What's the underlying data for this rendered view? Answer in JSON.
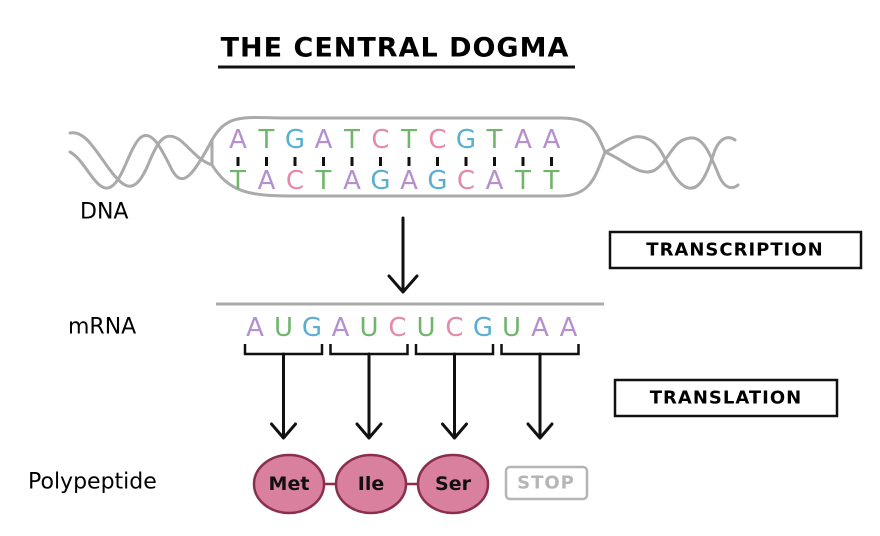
{
  "title": "THE CENTRAL DOGMA",
  "colors": {
    "A": "#b58fd0",
    "T": "#6fb56a",
    "G": "#5aaed0",
    "C": "#e58aa6",
    "U": "#6fb56a",
    "residue_fill": "#d9809f",
    "stop": "#b5b5b5",
    "outline": "#aaaaaa"
  },
  "dna": {
    "label": "DNA",
    "top_strand": [
      "A",
      "T",
      "G",
      "A",
      "T",
      "C",
      "T",
      "C",
      "G",
      "T",
      "A",
      "A"
    ],
    "bottom_strand": [
      "T",
      "A",
      "C",
      "T",
      "A",
      "G",
      "A",
      "G",
      "C",
      "A",
      "T",
      "T"
    ]
  },
  "mrna": {
    "label": "mRNA",
    "codons": [
      [
        "A",
        "U",
        "G"
      ],
      [
        "A",
        "U",
        "C"
      ],
      [
        "U",
        "C",
        "G"
      ],
      [
        "U",
        "A",
        "A"
      ]
    ]
  },
  "processes": {
    "transcription": "TRANSCRIPTION",
    "translation": "TRANSLATION"
  },
  "polypeptide": {
    "label": "Polypeptide",
    "residues": [
      "Met",
      "Ile",
      "Ser"
    ],
    "stop": "STOP"
  }
}
